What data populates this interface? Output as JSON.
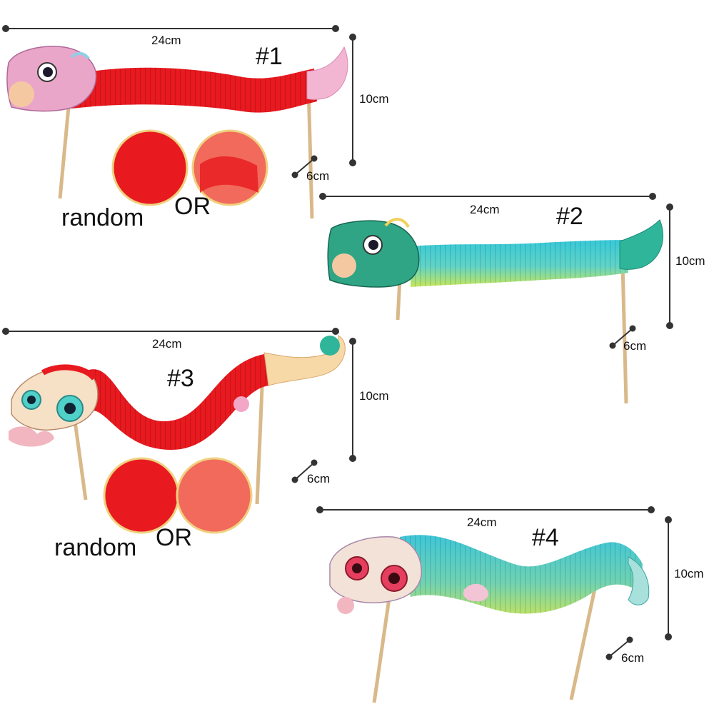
{
  "products": [
    {
      "number": "#1",
      "width": "24cm",
      "height": "10cm",
      "depth": "6cm",
      "body_color": "#e8191f",
      "head_color": "#e9a6c9",
      "variant_note": {
        "left": "random",
        "joiner": "OR"
      }
    },
    {
      "number": "#2",
      "width": "24cm",
      "height": "10cm",
      "depth": "6cm",
      "body_color": "#45d0d6",
      "head_color": "#2fa585"
    },
    {
      "number": "#3",
      "width": "24cm",
      "height": "10cm",
      "depth": "6cm",
      "body_color": "#e8191f",
      "head_color": "#f2a98a",
      "variant_note": {
        "left": "random",
        "joiner": "OR"
      }
    },
    {
      "number": "#4",
      "width": "24cm",
      "height": "10cm",
      "depth": "6cm",
      "body_color": "#3ec6d1",
      "head_color": "#f3d3c4"
    }
  ],
  "colors": {
    "stick": "#d9b98a",
    "dimension_line": "#333333",
    "tail_pink": "#f2b6d2",
    "tail_teal": "#2fb59a"
  }
}
